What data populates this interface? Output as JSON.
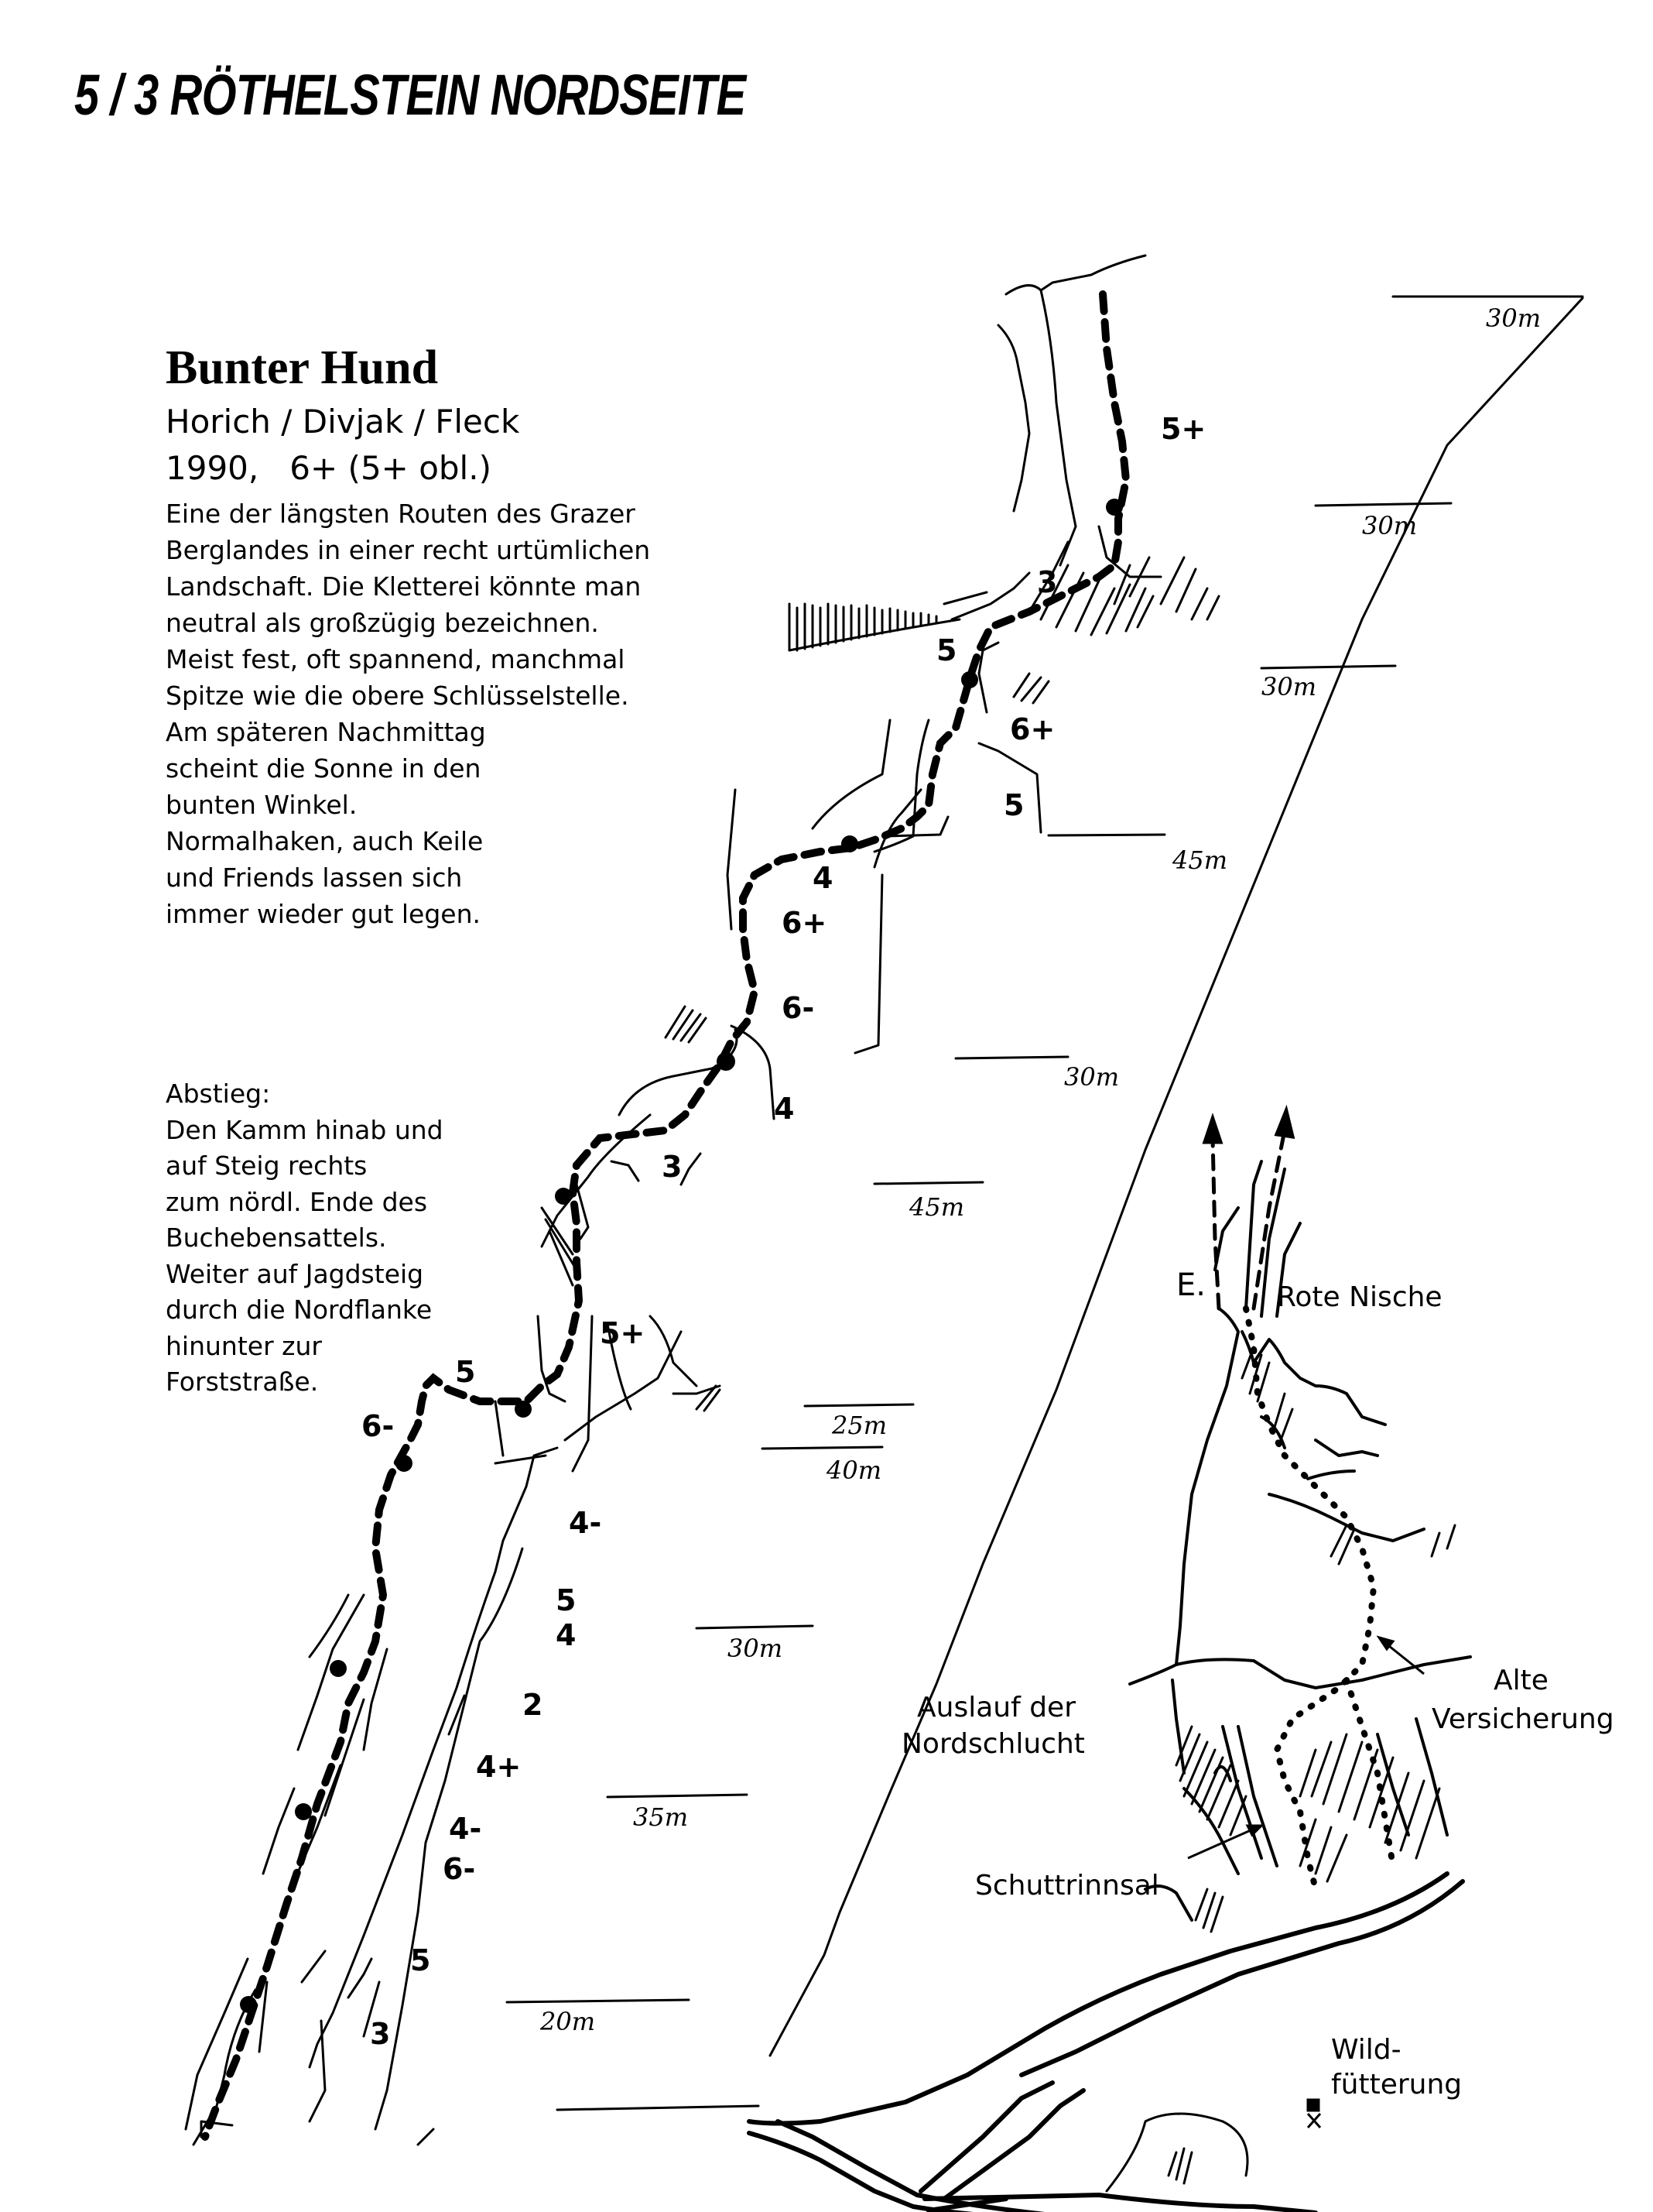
{
  "page": {
    "title": "5 / 3 RÖTHELSTEIN NORDSEITE"
  },
  "route": {
    "name": "Bunter Hund",
    "authors": "Horich / Divjak / Fleck",
    "year_grade": "1990,   6+ (5+ obl.)",
    "description_lines": [
      "Eine der längsten Routen des Grazer",
      "Berglandes in einer recht urtümlichen",
      "Landschaft. Die Kletterei könnte man",
      "neutral als großzügig bezeichnen.",
      "Meist fest, oft spannend, manchmal",
      "Spitze wie die obere Schlüsselstelle.",
      "Am späteren Nachmittag",
      "scheint die Sonne in den",
      "bunten Winkel.",
      "Normalhaken, auch Keile",
      "und Friends lassen sich",
      "immer wieder gut legen."
    ]
  },
  "descent": {
    "lines": [
      "Abstieg:",
      "Den Kamm hinab und",
      "auf Steig rechts",
      "zum nördl. Ende des",
      "Buchebensattels.",
      "Weiter auf Jagdsteig",
      "durch die Nordflanke",
      "hinunter zur",
      "Forststraße."
    ]
  },
  "topo": {
    "grades": [
      "5+",
      "3",
      "5",
      "6+",
      "5",
      "4",
      "6+",
      "6-",
      "4",
      "3",
      "5+",
      "5",
      "6-",
      "4-",
      "5",
      "4",
      "2",
      "4+",
      "4-",
      "6-",
      "5",
      "3"
    ],
    "pitch_lengths": [
      "30m",
      "30m",
      "30m",
      "45m",
      "30m",
      "45m",
      "25m",
      "40m",
      "30m",
      "35m",
      "20m"
    ]
  },
  "approach_map": {
    "labels": {
      "entry": "E.",
      "rote_nische": "Rote Nische",
      "alte_versicherung": "Alte Versicherung",
      "alte": "Alte",
      "versicherung": "Versicherung",
      "auslauf_1": "Auslauf der",
      "auslauf_2": "Nordschlucht",
      "schuttrinnsal": "Schuttrinnsal",
      "wild_1": "Wild-",
      "wild_2": "fütterung"
    }
  }
}
